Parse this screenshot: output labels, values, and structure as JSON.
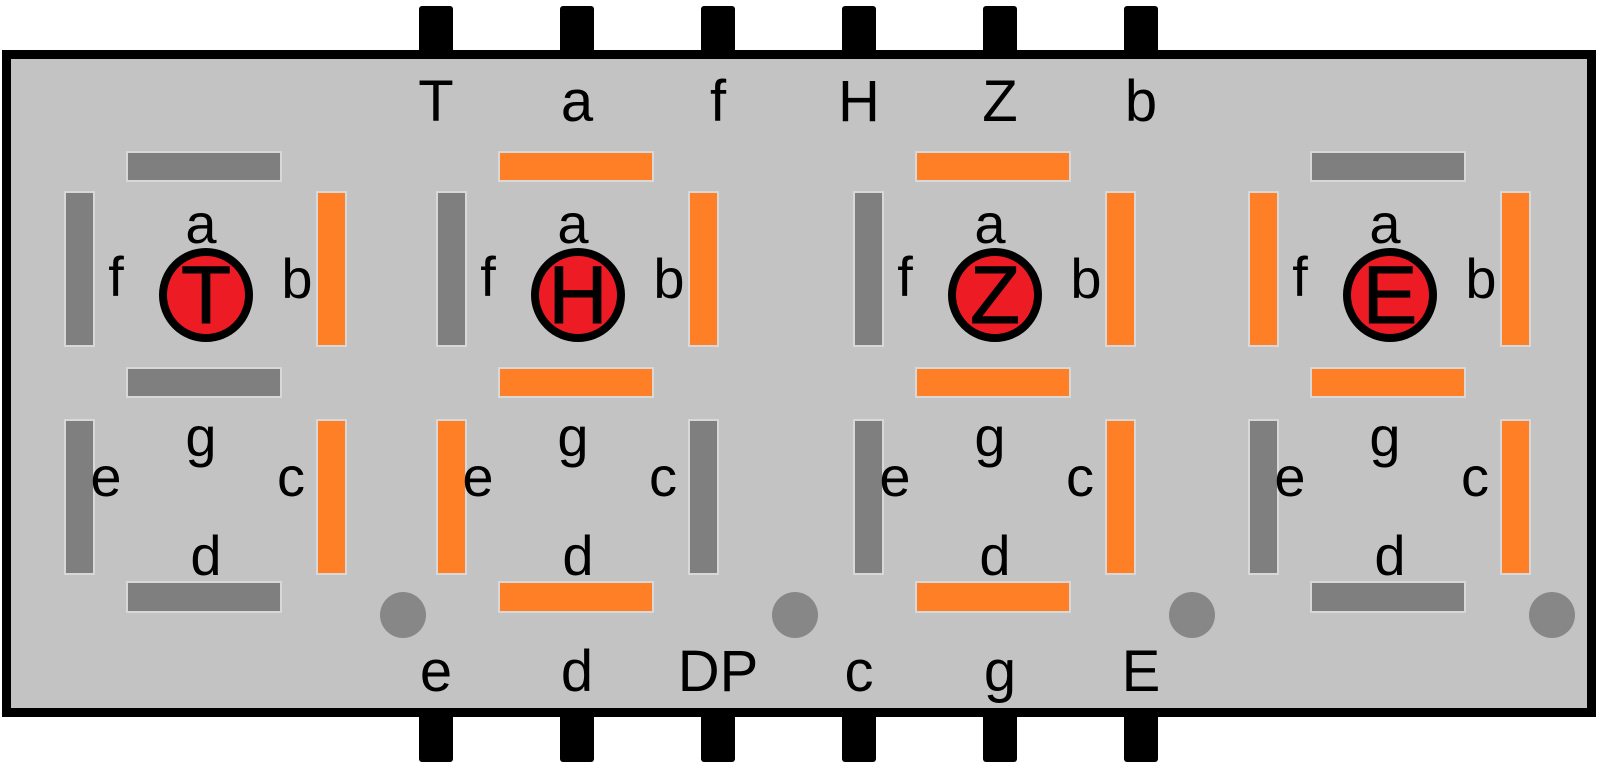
{
  "colors": {
    "background": "#FFFFFF",
    "body": "#C3C3C3",
    "border": "#000000",
    "pin": "#000000",
    "segment_on": "#FF7F27",
    "segment_off": "#7F7F7F",
    "dot": "#878787",
    "digit_marker_fill": "#ED1C24",
    "text": "#000000"
  },
  "top_pin_labels": [
    "T",
    "a",
    "f",
    "H",
    "Z",
    "b"
  ],
  "bottom_pin_labels": [
    "e",
    "d",
    "DP",
    "c",
    "g",
    "E"
  ],
  "segment_label_names": {
    "a": "a",
    "b": "b",
    "c": "c",
    "d": "d",
    "e": "e",
    "f": "f",
    "g": "g"
  },
  "digits": [
    {
      "marker": "T",
      "segments": {
        "a": false,
        "f": false,
        "b": true,
        "g": false,
        "e": false,
        "c": true,
        "d": false
      },
      "dp_lit": false
    },
    {
      "marker": "H",
      "segments": {
        "a": true,
        "f": false,
        "b": true,
        "g": true,
        "e": true,
        "c": false,
        "d": true
      },
      "dp_lit": false
    },
    {
      "marker": "Z",
      "segments": {
        "a": true,
        "f": false,
        "b": true,
        "g": true,
        "e": false,
        "c": true,
        "d": true
      },
      "dp_lit": false
    },
    {
      "marker": "E",
      "segments": {
        "a": false,
        "f": true,
        "b": true,
        "g": true,
        "e": false,
        "c": true,
        "d": false
      },
      "dp_lit": false
    }
  ]
}
